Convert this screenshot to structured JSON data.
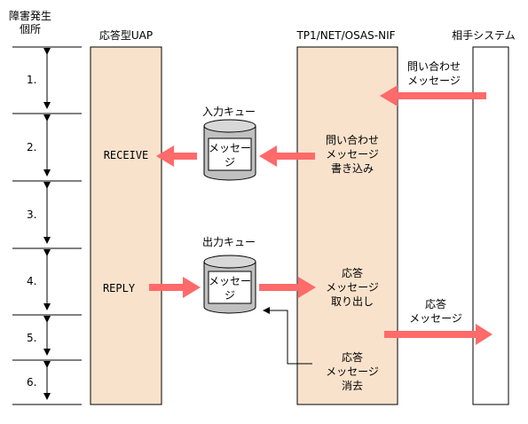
{
  "header": {
    "fault_label_line1": "障害発生",
    "fault_label_line2": "個所",
    "col_uap": "応答型UAP",
    "col_tp1": "TP1/NET/OSAS-NIF",
    "col_partner": "相手システム"
  },
  "sections": [
    "1.",
    "2.",
    "3.",
    "4.",
    "5.",
    "6."
  ],
  "queues": {
    "input_title": "入力キュー",
    "output_title": "出力キュー",
    "box_line1": "メッセー",
    "box_line2": "ジ"
  },
  "uap_labels": {
    "receive": "RECEIVE",
    "reply": "REPLY"
  },
  "tp1_labels": {
    "write_line1": "問い合わせ",
    "write_line2": "メッセージ",
    "write_line3": "書き込み",
    "takeout_line1": "応答",
    "takeout_line2": "メッセージ",
    "takeout_line3": "取り出し",
    "erase_line1": "応答",
    "erase_line2": "メッセージ",
    "erase_line3": "消去"
  },
  "partner_labels": {
    "inquiry_line1": "問い合わせ",
    "inquiry_line2": "メッセージ",
    "response_line1": "応答",
    "response_line2": "メッセージ"
  },
  "colors": {
    "panel_fill": "#f9e2cc",
    "arrow_fill": "#ff6a6a",
    "cylinder_fill": "#c0c0c0"
  }
}
